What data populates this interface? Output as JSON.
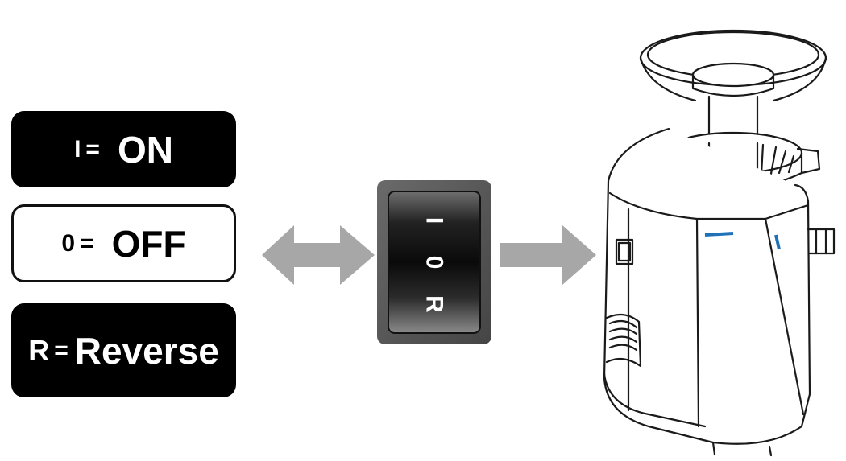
{
  "legend": {
    "on": {
      "symbol": "I",
      "equals": "=",
      "word": "ON"
    },
    "off": {
      "symbol": "0",
      "equals": "=",
      "word": "OFF"
    },
    "reverse": {
      "symbol": "R",
      "equals": "=",
      "word": "Reverse"
    }
  },
  "switch": {
    "positions": [
      "I",
      "0",
      "R"
    ]
  },
  "colors": {
    "dark_box": "#000000",
    "light_box": "#ffffff",
    "arrow": "#a7a7a7",
    "switch_bezel": "#585858",
    "accent_line": "#1f72b8"
  },
  "icons": {
    "double_arrow": "double-arrow-icon",
    "right_arrow": "arrow-right-icon",
    "appliance": "juicer-illustration"
  }
}
